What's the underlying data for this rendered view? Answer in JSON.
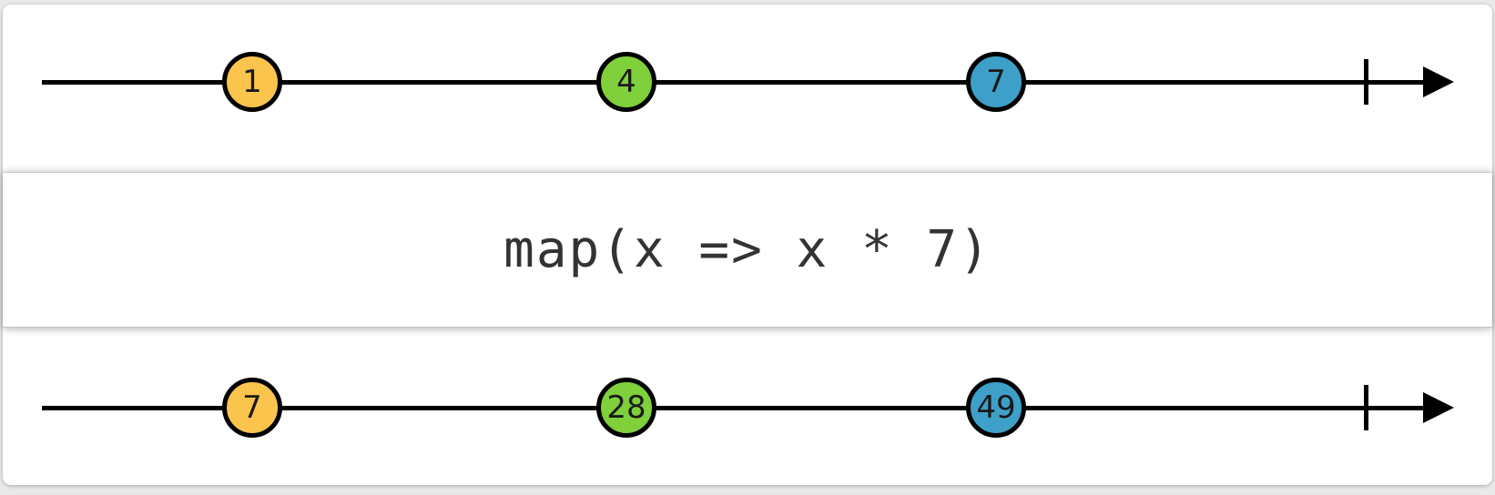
{
  "diagram": {
    "kind": "rx-marble-diagram",
    "operator": {
      "label": "map(x => x * 7)"
    },
    "input_stream": {
      "marbles": [
        {
          "value": "1",
          "color_name": "orange",
          "fill": "#fbc44d"
        },
        {
          "value": "4",
          "color_name": "green",
          "fill": "#7fd03a"
        },
        {
          "value": "7",
          "color_name": "blue",
          "fill": "#3ea0c8"
        }
      ],
      "complete": true
    },
    "output_stream": {
      "marbles": [
        {
          "value": "7",
          "color_name": "orange",
          "fill": "#fbc44d"
        },
        {
          "value": "28",
          "color_name": "green",
          "fill": "#7fd03a"
        },
        {
          "value": "49",
          "color_name": "blue",
          "fill": "#3ea0c8"
        }
      ],
      "complete": true
    },
    "colors": {
      "timeline_stroke": "#000000",
      "marble_stroke": "#000000",
      "marble_text": "#1a1a1a",
      "operator_text": "#333333",
      "card_background": "#ffffff",
      "page_background": "#e9e9e9"
    },
    "icons": {
      "arrowhead": "filled-right-arrowhead",
      "complete_marker": "vertical-bar"
    }
  }
}
